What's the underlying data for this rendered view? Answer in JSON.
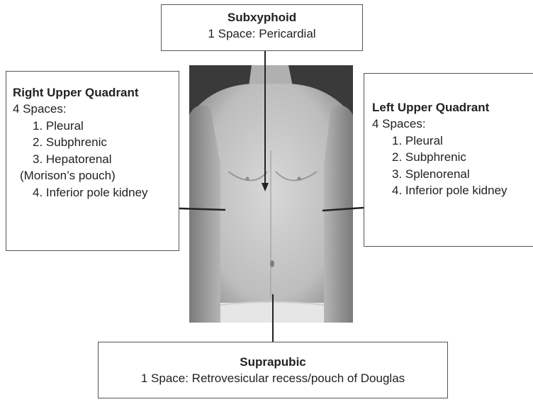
{
  "subxyphoid": {
    "title": "Subxyphoid",
    "spaces": "1 Space: Pericardial"
  },
  "right_upper_quadrant": {
    "title": "Right Upper Quadrant",
    "spaces": "4 Spaces:",
    "items": [
      "1. Pleural",
      "2. Subphrenic",
      "3. Hepatorenal",
      "(Morison’s pouch)",
      "4. Inferior pole kidney"
    ]
  },
  "left_upper_quadrant": {
    "title": "Left Upper Quadrant",
    "spaces": "4 Spaces:",
    "items": [
      "1. Pleural",
      "2. Subphrenic",
      "3. Splenorenal",
      "4. Inferior pole kidney"
    ]
  },
  "suprapubic": {
    "title": "Suprapubic",
    "spaces": "1 Space: Retrovesicular recess/pouch of Douglas"
  },
  "photo": {
    "subject": "torso-photo"
  },
  "colors": {
    "line": "#222222",
    "border": "#555555"
  }
}
